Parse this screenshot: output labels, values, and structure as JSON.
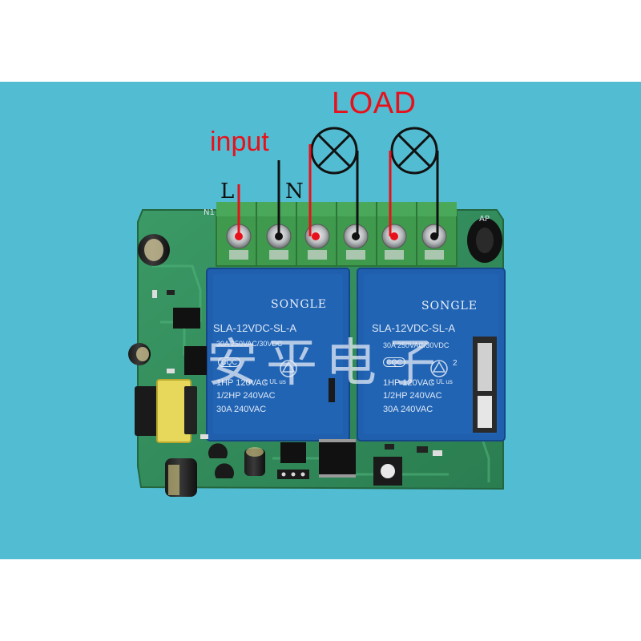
{
  "labels": {
    "load": "LOAD",
    "input": "input",
    "line": "L",
    "neutral": "N"
  },
  "relays": [
    {
      "brand": "SONGLE",
      "model": "SLA-12VDC-SL-A",
      "rating_line": "30A 250VAC/30VDC",
      "cert": "CQC",
      "line_1hp": "1HP 120VAC",
      "line_half_hp": "1/2HP 240VAC",
      "line_30a": "30A 240VAC",
      "ul_mark": "c UL us",
      "number": ""
    },
    {
      "brand": "SONGLE",
      "model": "SLA-12VDC-SL-A",
      "rating_line": "30A 250VAC/30VDC",
      "cert": "CQC",
      "line_1hp": "1HP 120VAC",
      "line_half_hp": "1/2HP 240VAC",
      "line_30a": "30A 240VAC",
      "ul_mark": "c UL us",
      "number": "2"
    }
  ],
  "pcb": {
    "silk_left": "N1",
    "silk_right": "AP"
  },
  "watermark": "安平电子",
  "colors": {
    "background": "#52bdd2",
    "pcb": "#2f8a5a",
    "relay": "#1f5fae",
    "terminal": "#3f9a4e",
    "wire_red": "#e8101a",
    "wire_black": "#111111"
  }
}
